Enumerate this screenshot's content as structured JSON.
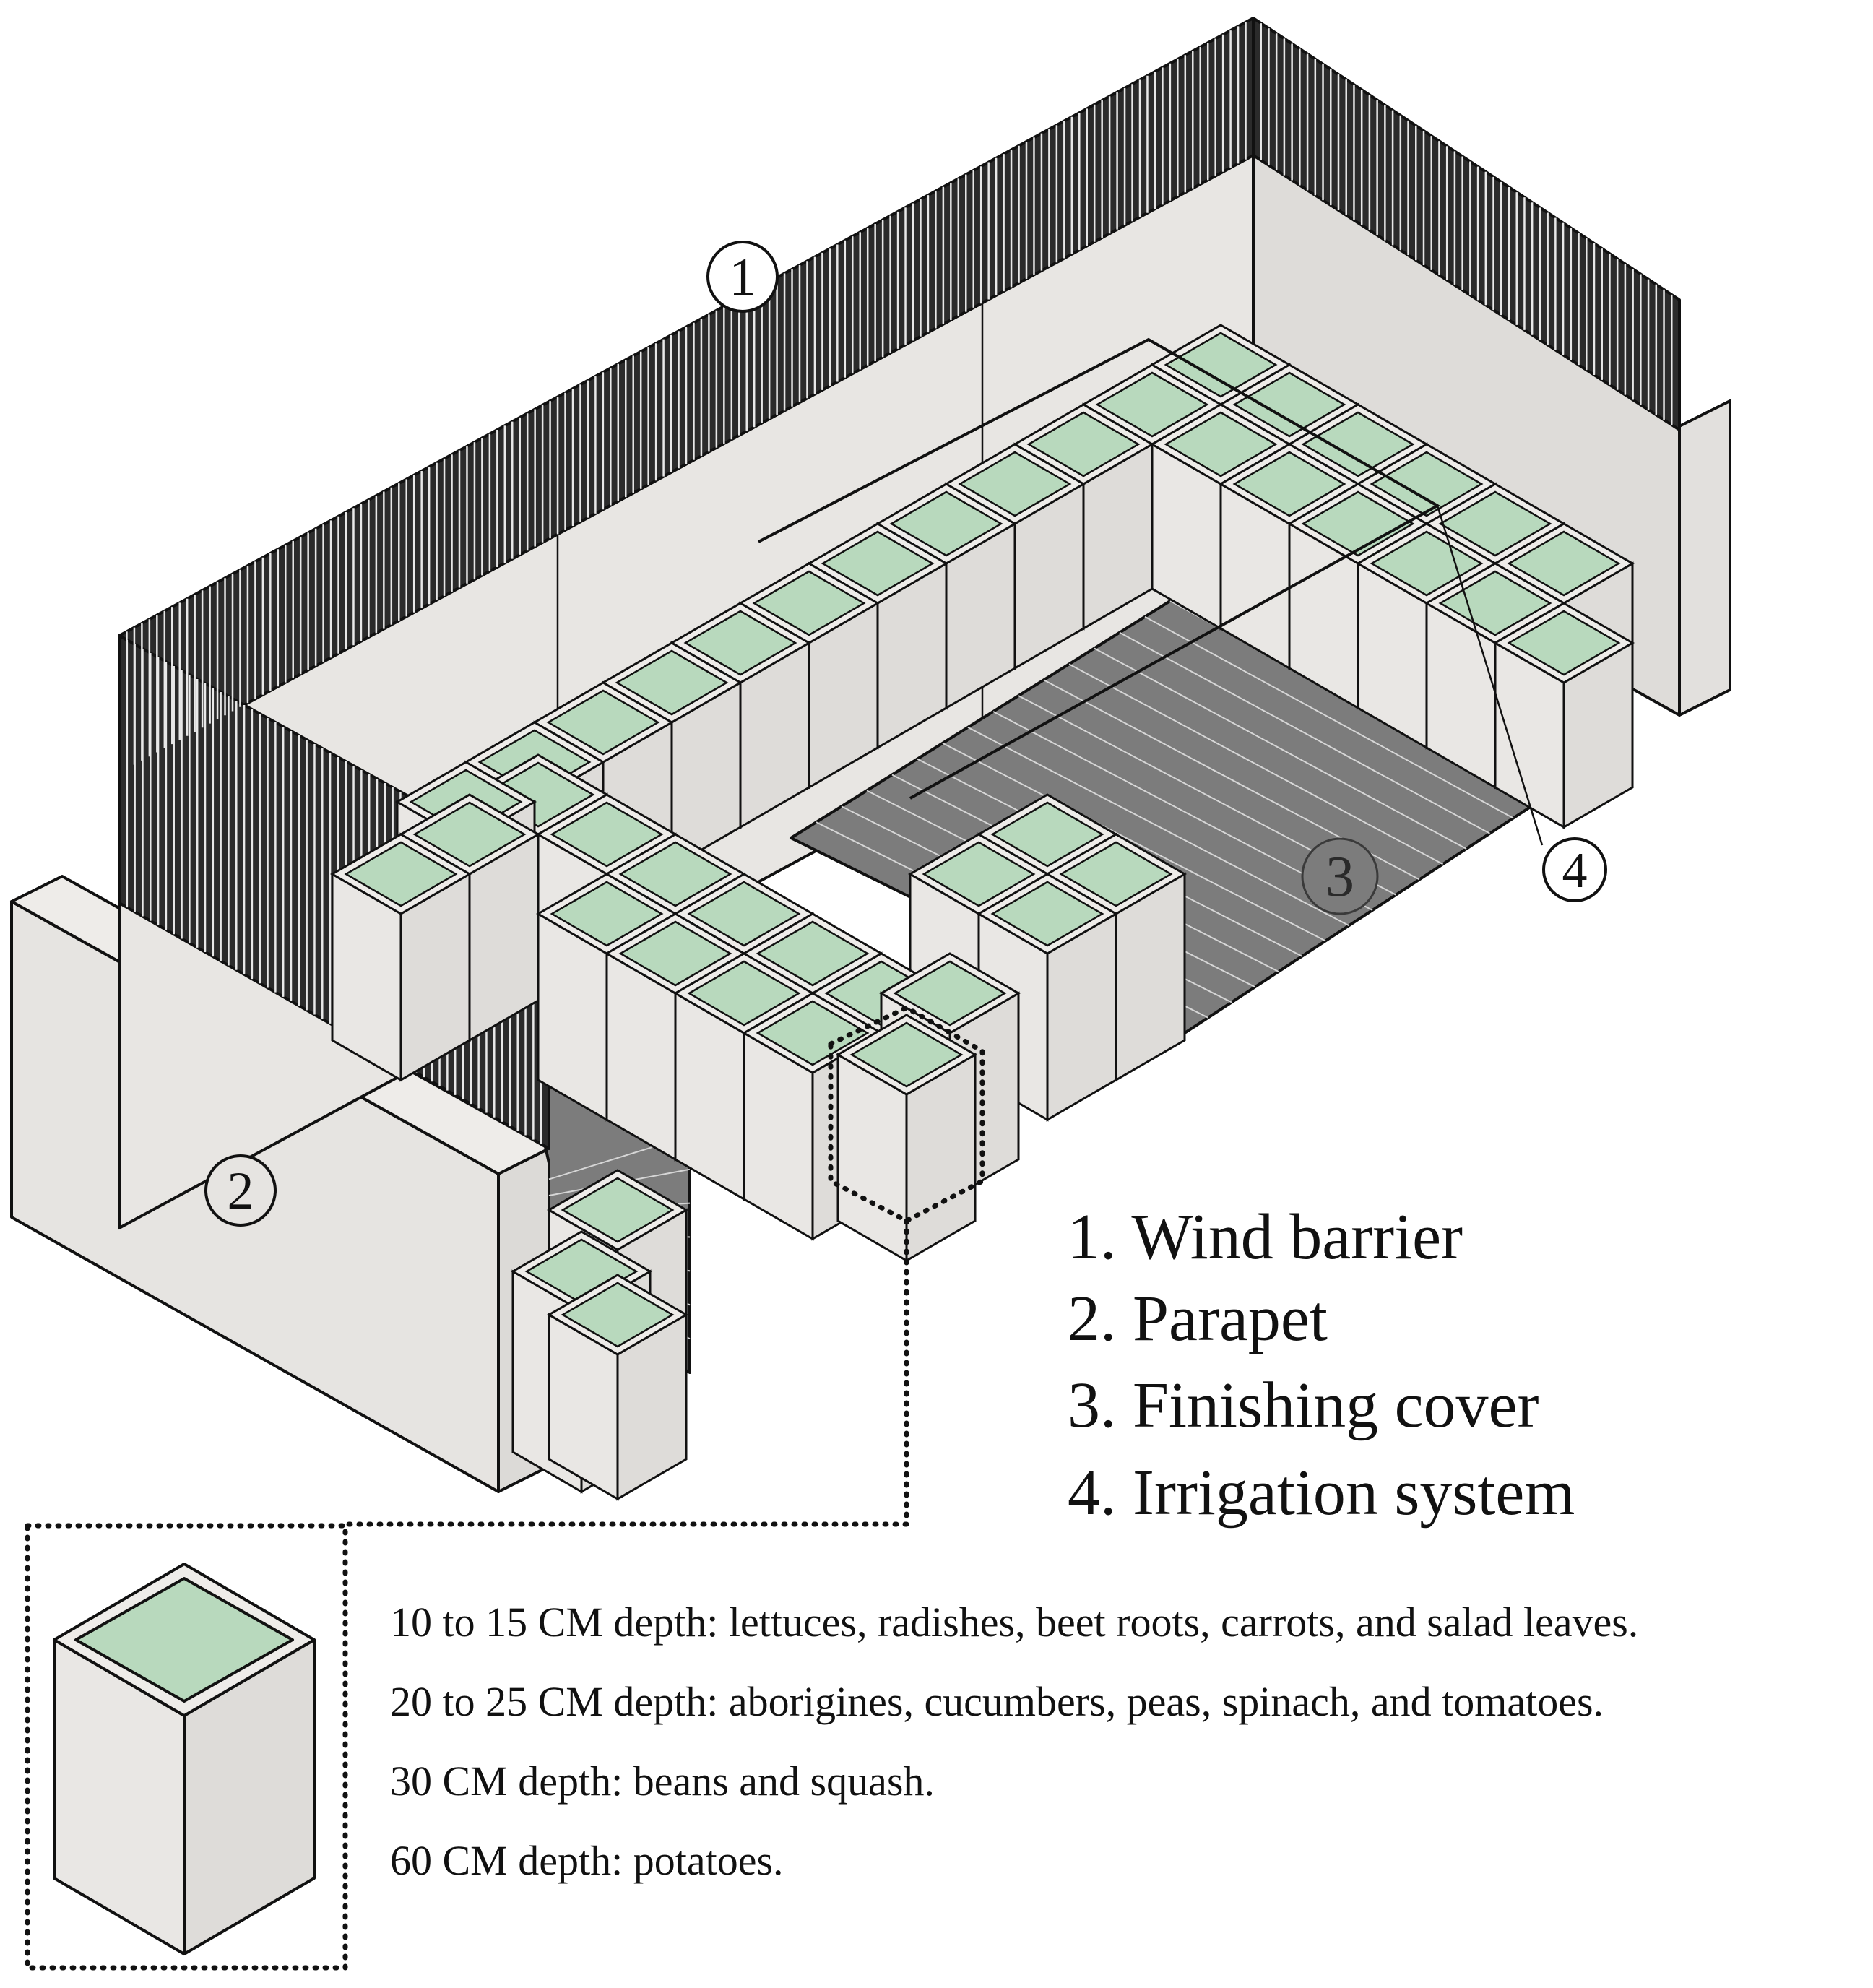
{
  "callouts": {
    "wind_barrier": "1",
    "parapet": "2",
    "finishing_cover": "3",
    "irrigation_system": "4"
  },
  "legend": [
    "1. Wind barrier",
    "2. Parapet",
    "3. Finishing cover",
    "4. Irrigation system"
  ],
  "depth_guide": [
    "10 to 15 CM depth: lettuces, radishes, beet roots, carrots, and salad leaves.",
    "20 to 25 CM depth: aborigines, cucumbers, peas, spinach, and tomatoes.",
    "30 CM depth: beans and squash.",
    "60 CM depth: potatoes."
  ],
  "colors": {
    "soil": "#b8d9bd",
    "planter_left": "#e9e7e4",
    "planter_right": "#dedcd9",
    "parapet": "#e6e4e1",
    "floor": "#7c7c7c",
    "floor_lines": "#d6d6d6",
    "line": "#111111",
    "background": "#ffffff"
  }
}
